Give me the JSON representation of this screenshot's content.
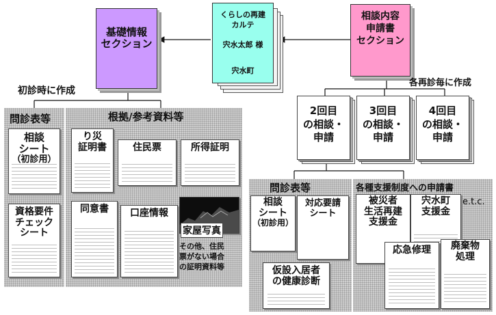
{
  "top": {
    "kiso": {
      "line1": "基礎情報",
      "line2": "セクション",
      "color": "#cc99ff"
    },
    "karte": {
      "line1": "くらしの再建",
      "line2": "カルテ",
      "line3": "宍水太郎 様",
      "line4": "宍水町",
      "color": "#99ffee"
    },
    "soudan": {
      "line1": "相談内容",
      "line2": "申請書",
      "line3": "セクション",
      "color": "#ff99cc"
    }
  },
  "labels": {
    "first_visit": "初診時に作成",
    "each_revisit": "各再診毎に作成"
  },
  "left": {
    "monshin_header": "問診表等",
    "sources_header": "根拠/参考資料等",
    "soudan_sheet": [
      "相談",
      "シート",
      "（初診用）"
    ],
    "shikaku": [
      "資格要件",
      "チェック",
      "シート"
    ],
    "risai": [
      "り災",
      "証明書"
    ],
    "juminhyo": "住民票",
    "shotoku": "所得証明",
    "doisho": "同意書",
    "koza": "口座情報",
    "kaoku": "家屋写真",
    "other_note": [
      "その他、住民",
      "票がない場合",
      "の証明資料等"
    ]
  },
  "revisits": [
    [
      "2回目",
      "の相談・",
      "申請"
    ],
    [
      "3回目",
      "の相談・",
      "申請"
    ],
    [
      "4回目",
      "の相談・",
      "申請"
    ]
  ],
  "right": {
    "monshin_header": "問診表等",
    "shinsei_header": "各種支援制度への申請書",
    "etc": "e.t.c.",
    "soudan_sheet": [
      "相談",
      "シート",
      "（初診用）"
    ],
    "taiou": [
      "対応要請",
      "シート"
    ],
    "kasetsu": [
      "仮設入居者",
      "の健康診断"
    ],
    "hisaisha": [
      "被災者",
      "生活再建",
      "支援金"
    ],
    "shishimizu": [
      "宍水町",
      "支援金"
    ],
    "oukyu": "応急修理",
    "haikibutsu": [
      "廃棄物",
      "処理"
    ]
  }
}
